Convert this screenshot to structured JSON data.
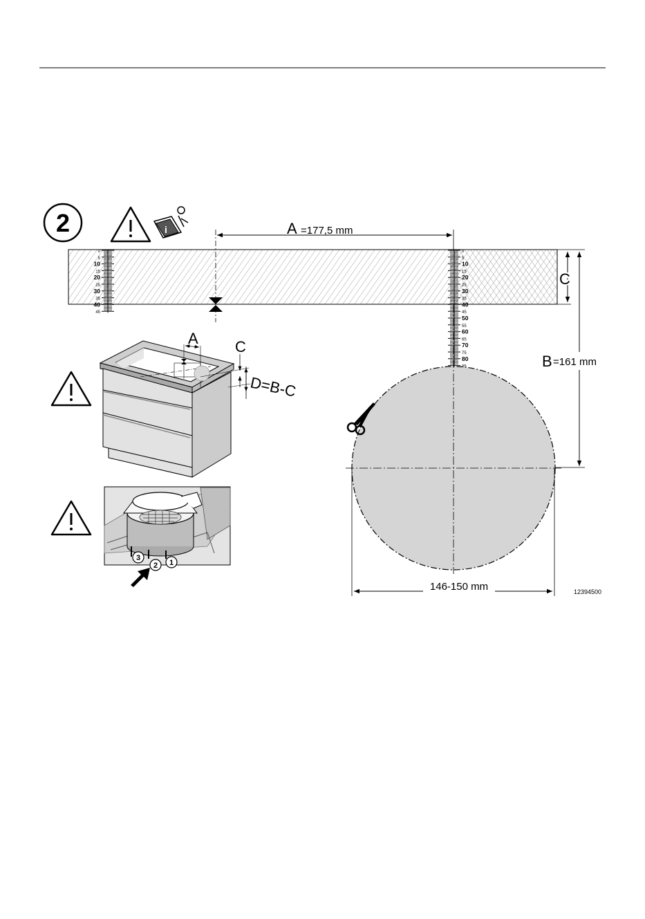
{
  "step": {
    "number": "2"
  },
  "dimensions": {
    "a_letter": "A",
    "a_value": "=177,5 mm",
    "b_letter": "B",
    "b_value": "=161 mm",
    "c_letter": "C",
    "diameter": "146-150 mm"
  },
  "cabinet": {
    "a_letter": "A",
    "c_letter": "C",
    "d_formula": "D=B-C"
  },
  "ruler": {
    "left_ticks": [
      "0",
      "5",
      "10",
      "15",
      "20",
      "25",
      "30",
      "35",
      "40",
      "45"
    ],
    "right_ticks": [
      "0",
      "5",
      "10",
      "15",
      "20",
      "25",
      "30",
      "35",
      "40",
      "45",
      "50",
      "55",
      "60",
      "65",
      "70",
      "75",
      "80",
      "85"
    ]
  },
  "filter": {
    "callouts": [
      "1",
      "2",
      "3"
    ]
  },
  "figure_id": "12394500",
  "icons": [
    "warning-icon",
    "read-manual-icon",
    "scissors-icon",
    "arrow-icon"
  ]
}
